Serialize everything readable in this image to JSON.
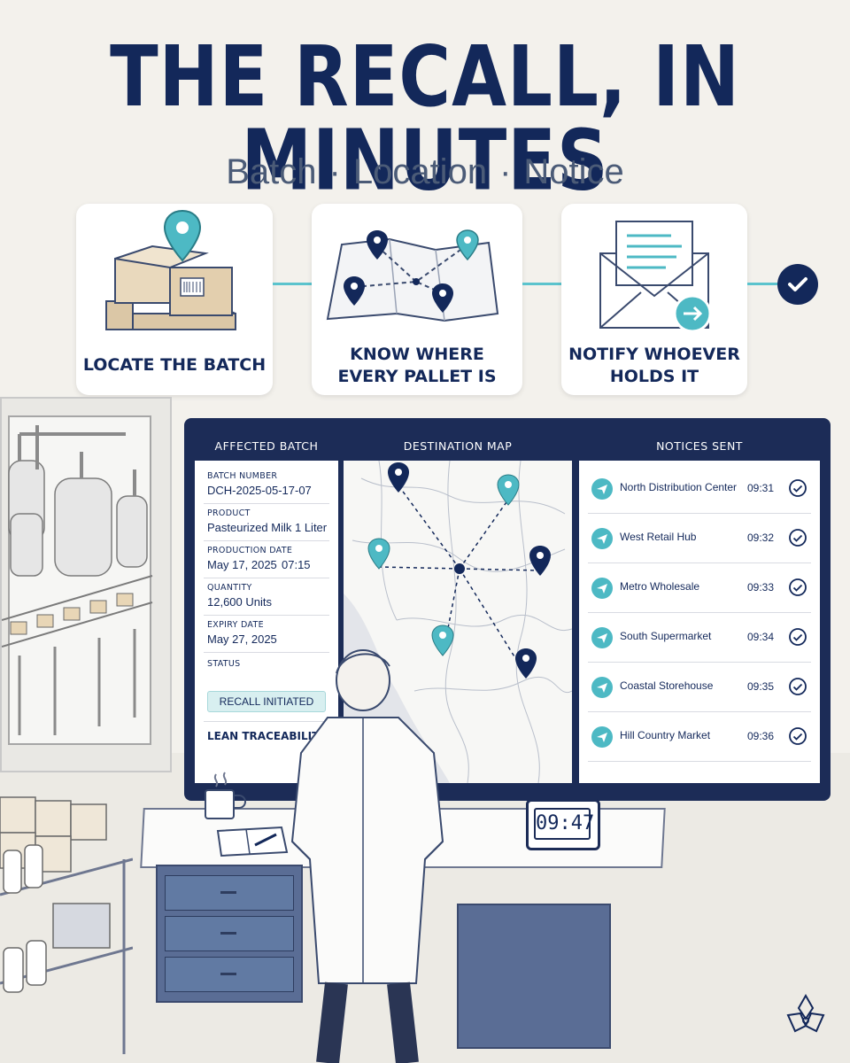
{
  "header": {
    "title": "THE RECALL, IN MINUTES",
    "subtitle_parts": [
      "Batch",
      "Location",
      "Notice"
    ],
    "separator": "·"
  },
  "steps": [
    {
      "label_line1": "LOCATE THE BATCH",
      "label_line2": "",
      "icon": "pallet-pin-icon"
    },
    {
      "label_line1": "KNOW WHERE",
      "label_line2": "EVERY PALLET IS",
      "icon": "map-pins-icon"
    },
    {
      "label_line1": "NOTIFY WHOEVER",
      "label_line2": "HOLDS IT",
      "icon": "envelope-send-icon"
    }
  ],
  "dashboard": {
    "batch_panel": {
      "title": "AFFECTED BATCH",
      "fields": [
        {
          "label": "BATCH NUMBER",
          "value": "DCH-2025-05-17-07"
        },
        {
          "label": "PRODUCT",
          "value": "Pasteurized Milk 1 Liter"
        },
        {
          "label": "PRODUCTION DATE",
          "value": "May 17, 2025",
          "value_extra": "07:15"
        },
        {
          "label": "QUANTITY",
          "value": "12,600 Units"
        },
        {
          "label": "EXPIRY DATE",
          "value": "May 27, 2025"
        }
      ],
      "status_label": "STATUS",
      "status_value": "RECALL INITIATED",
      "brand": "LEAN TRACEABILITY"
    },
    "map_panel": {
      "title": "DESTINATION MAP"
    },
    "notice_panel": {
      "title": "NOTICES SENT",
      "notices": [
        {
          "name": "North Distribution Center",
          "time": "09:31"
        },
        {
          "name": "West Retail Hub",
          "time": "09:32"
        },
        {
          "name": "Metro Wholesale",
          "time": "09:33"
        },
        {
          "name": "South Supermarket",
          "time": "09:34"
        },
        {
          "name": "Coastal Storehouse",
          "time": "09:35"
        },
        {
          "name": "Hill Country Market",
          "time": "09:36"
        }
      ]
    }
  },
  "clock": {
    "time": "09:47"
  },
  "colors": {
    "navy": "#13285a",
    "teal": "#4db9c4",
    "background": "#f3f1ec"
  }
}
